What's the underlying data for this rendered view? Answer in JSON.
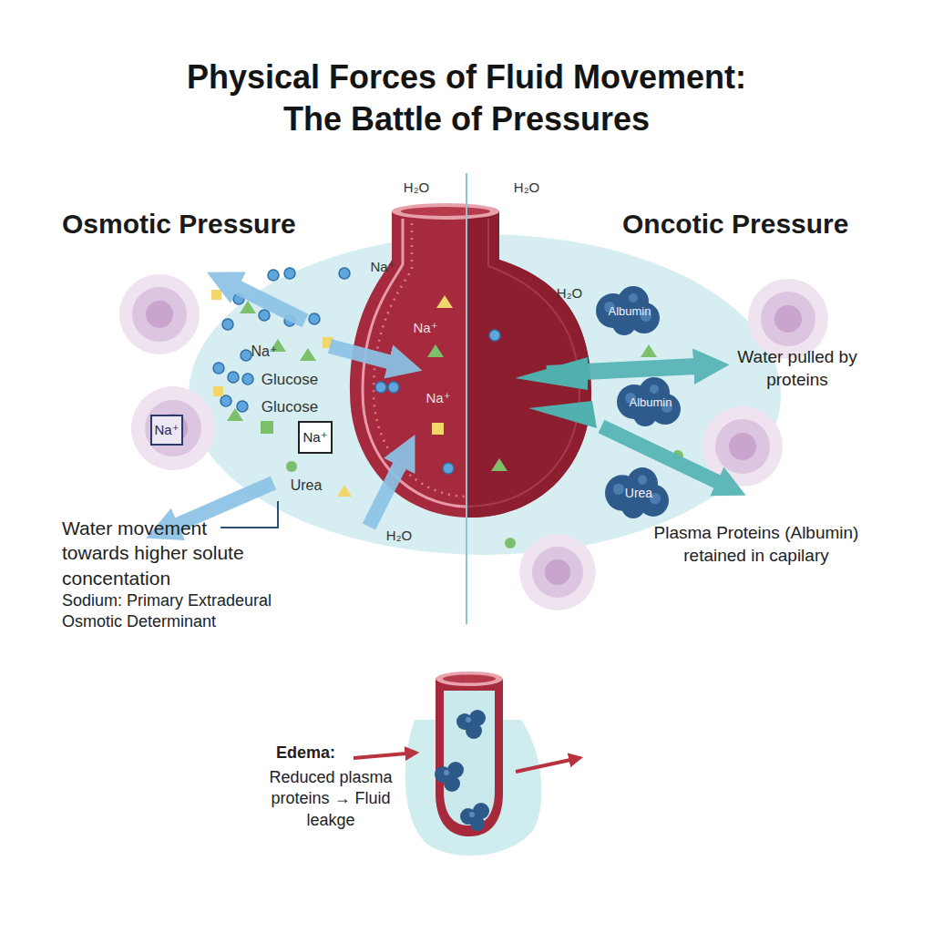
{
  "diagram": {
    "title": "Physical Forces of Fluid Movement: The Battle of Pressures",
    "nodes": [
      {
        "text": [
          "Na⁺"
        ]
      },
      {
        "text": [
          "Na⁺"
        ]
      },
      {
        "text": [
          "Albumin"
        ]
      },
      {
        "text": [
          "Albumin"
        ]
      },
      {
        "text": [
          "Urea"
        ]
      }
    ],
    "labels": [
      "H₂O",
      "H₂O",
      "Osmotic Pressure",
      "Oncotic Pressure",
      "Na⁺",
      "H₂O",
      "Na⁺",
      "Na⁺",
      "Water pulled by proteins",
      "Glucose",
      "Na⁺",
      "Glucose",
      "Urea",
      "H₂O",
      "Plasma Proteins (Albumin) retained in capilary",
      "Water movement towards higher solute concentation",
      "Sodium: Primary Extradeural Osmotic Determinant",
      "Edema:",
      "Reduced plasma proteins → Fluid leakge"
    ]
  }
}
